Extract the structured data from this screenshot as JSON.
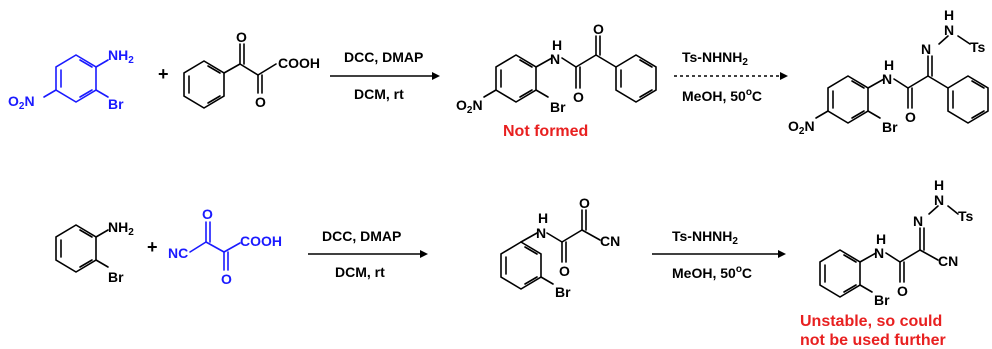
{
  "reaction1": {
    "reactant_a": {
      "nh2": "NH",
      "nh2_sub": "2",
      "o2n": "O",
      "o2n_sub": "2",
      "o2n_n": "N",
      "br": "Br"
    },
    "plus": "+",
    "reactant_b": {
      "o1": "O",
      "o2": "O",
      "cooh": "COOH"
    },
    "conditions_top": "DCC, DMAP",
    "conditions_bottom": "DCM, rt",
    "product": {
      "nh": "H",
      "n": "N",
      "o1": "O",
      "o2": "O",
      "o2n": "O",
      "o2n_sub": "2",
      "o2n_n": "N",
      "br": "Br"
    },
    "note": "Not formed",
    "reagent_top": "Ts-NHNH",
    "reagent_top_sub": "2",
    "reagent_bottom": "MeOH, 50",
    "reagent_bottom_sup": "o",
    "reagent_bottom_end": "C",
    "final": {
      "h": "H",
      "n_top": "N",
      "ts": "Ts",
      "n_eq": "N",
      "h_amide": "H",
      "n_amide": "N",
      "o": "O",
      "o2n": "O",
      "o2n_sub": "2",
      "o2n_n": "N",
      "br": "Br"
    }
  },
  "reaction2": {
    "reactant_a": {
      "nh2": "NH",
      "nh2_sub": "2",
      "br": "Br"
    },
    "plus": "+",
    "reactant_b": {
      "o1": "O",
      "o2": "O",
      "nc": "NC",
      "cooh": "COOH"
    },
    "conditions_top": "DCC, DMAP",
    "conditions_bottom": "DCM, rt",
    "product": {
      "h": "H",
      "n": "N",
      "o1": "O",
      "o2": "O",
      "cn": "CN",
      "br": "Br"
    },
    "reagent_top": "Ts-NHNH",
    "reagent_top_sub": "2",
    "reagent_bottom": "MeOH, 50",
    "reagent_bottom_sup": "o",
    "reagent_bottom_end": "C",
    "final": {
      "h": "H",
      "n_top": "N",
      "ts": "Ts",
      "n_eq": "N",
      "h_amide": "H",
      "n_amide": "N",
      "o": "O",
      "cn": "CN",
      "br": "Br"
    },
    "note_line1": "Unstable, so could",
    "note_line2": "not be used further"
  },
  "colors": {
    "highlight": "#1a1aff",
    "note": "#e82020"
  }
}
